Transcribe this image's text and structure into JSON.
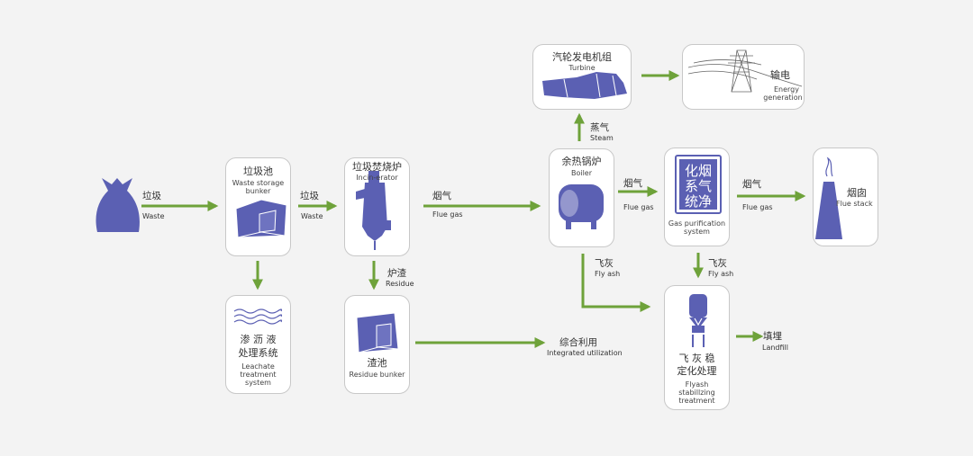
{
  "colors": {
    "accent_green": "#6ea23a",
    "icon_blue": "#5b60b3",
    "box_border": "#c8c8c8",
    "background": "#f3f3f3"
  },
  "nodes": {
    "waste_bag": {
      "icon": "garbage-bag-icon"
    },
    "storage": {
      "cn": "垃圾池",
      "en_1": "Waste storage",
      "en_2": "bunker",
      "icon": "bunker-icon"
    },
    "incinerator": {
      "cn": "垃圾焚烧炉",
      "en": "Incin-erator",
      "icon": "incinerator-icon"
    },
    "boiler": {
      "cn": "余热锅炉",
      "en": "Boiler",
      "icon": "boiler-drum-icon"
    },
    "turbine": {
      "cn": "汽轮发电机组",
      "en": "Turbine",
      "icon": "turbine-icon"
    },
    "energy": {
      "cn": "输电",
      "en_1": "Energy",
      "en_2": "generation",
      "icon": "power-pylon-icon"
    },
    "gas_purification": {
      "panel_line1": "化烟",
      "panel_line2": "系气",
      "panel_line3": "统净",
      "en_1": "Gas purification",
      "en_2": "system"
    },
    "flue_stack": {
      "cn": "烟囱",
      "en": "Flue stack",
      "icon": "chimney-icon"
    },
    "leachate": {
      "cn_1": "渗 沥 液",
      "cn_2": "处理系统",
      "en_1": "Leachate",
      "en_2": "treatment",
      "en_3": "system",
      "icon": "waves-icon"
    },
    "residue": {
      "cn": "渣池",
      "en": "Residue bunker",
      "icon": "bunker-icon"
    },
    "flyash": {
      "cn_1": "飞 灰 稳",
      "cn_2": "定化处理",
      "en_1": "Flyash",
      "en_2": "stabillzing",
      "en_3": "treatment",
      "icon": "silo-tower-icon"
    }
  },
  "edges": {
    "waste1": {
      "cn": "垃圾",
      "en": "Waste"
    },
    "waste2": {
      "cn": "垃圾",
      "en": "Waste"
    },
    "flue1": {
      "cn": "烟气",
      "en": "Flue gas"
    },
    "flue2": {
      "cn": "烟气",
      "en": "Flue gas"
    },
    "flue3": {
      "cn": "烟气",
      "en": "Flue gas"
    },
    "steam": {
      "cn": "蒸气",
      "en": "Steam"
    },
    "residue": {
      "cn": "炉渣",
      "en": "Residue"
    },
    "flyash1": {
      "cn": "飞灰",
      "en": "Fly ash"
    },
    "flyash2": {
      "cn": "飞灰",
      "en": "Fly ash"
    },
    "integrated": {
      "cn": "综合利用",
      "en": "Integrated utilization"
    },
    "landfill": {
      "cn": "填埋",
      "en": "Landfill"
    }
  }
}
